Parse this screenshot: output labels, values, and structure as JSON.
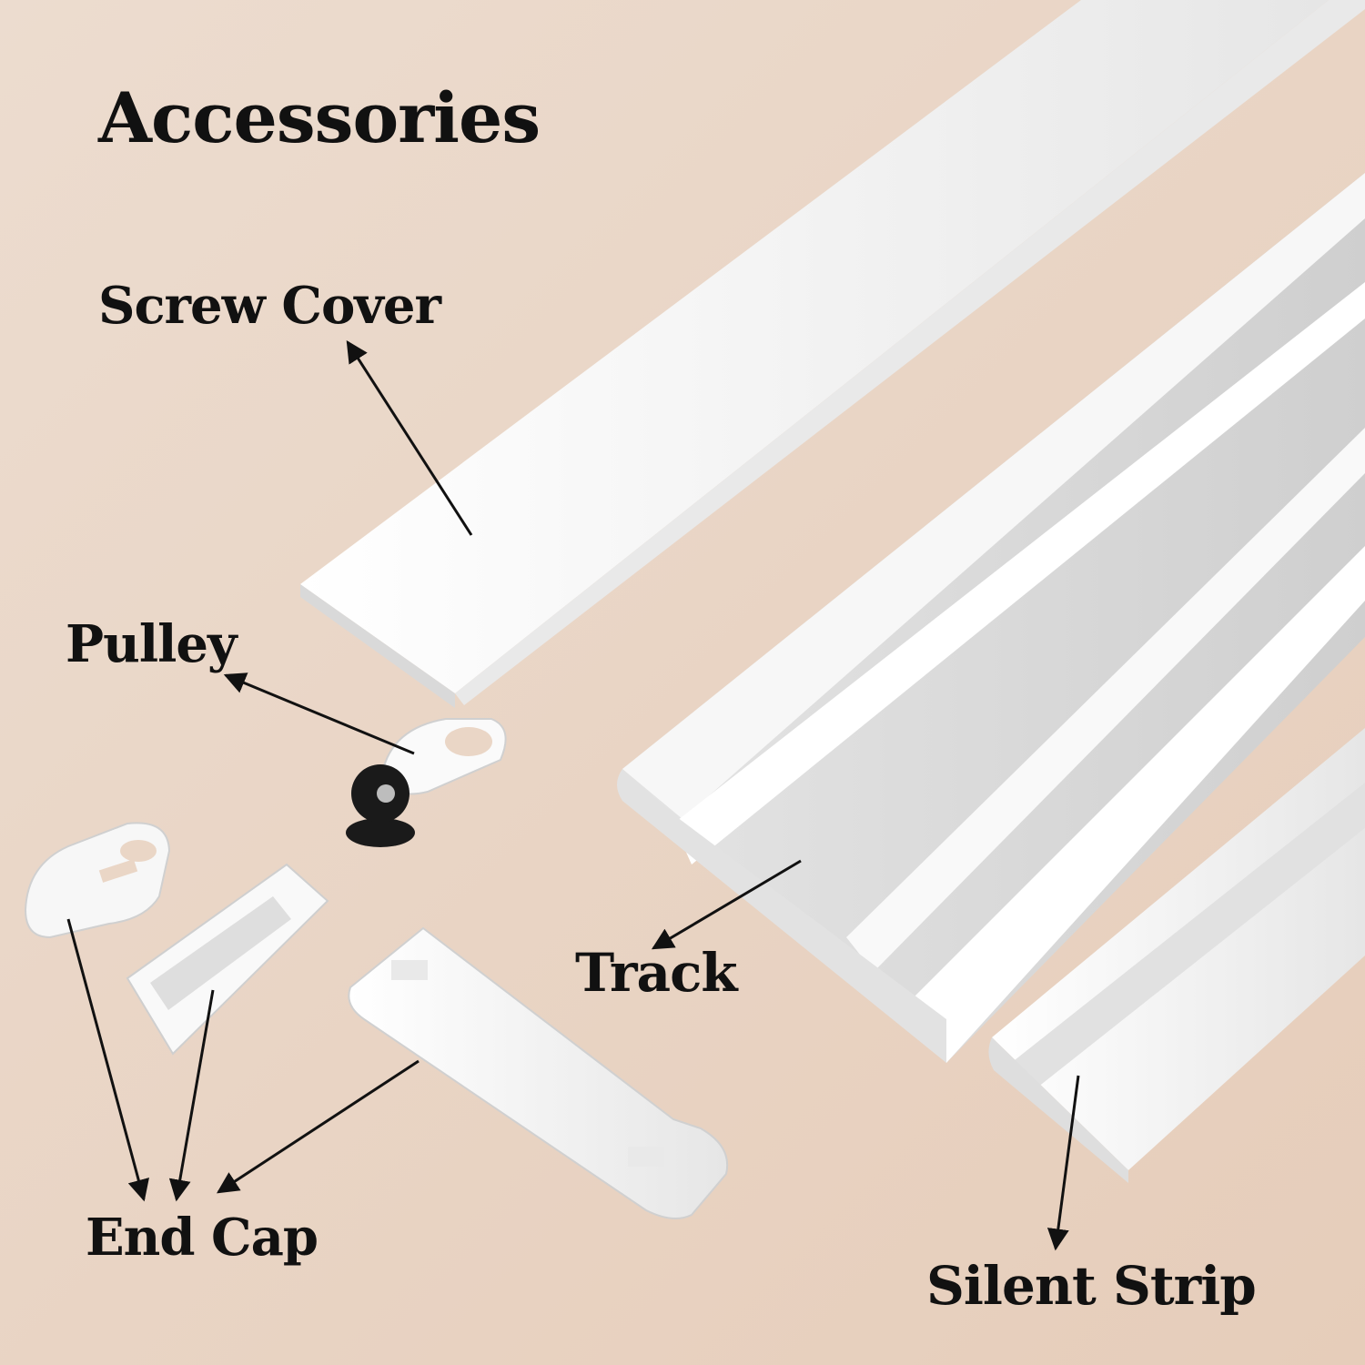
{
  "title": "Accessories",
  "labels": {
    "screw_cover": "Screw Cover",
    "pulley": "Pulley",
    "track": "Track",
    "end_cap": "End Cap",
    "silent_strip": "Silent Strip"
  },
  "colors": {
    "background": "#ead6c6",
    "part_white": "#f4f4f4",
    "part_shadow": "#d5d5d5",
    "arrow": "#111111",
    "wheel": "#1a1a1a"
  }
}
